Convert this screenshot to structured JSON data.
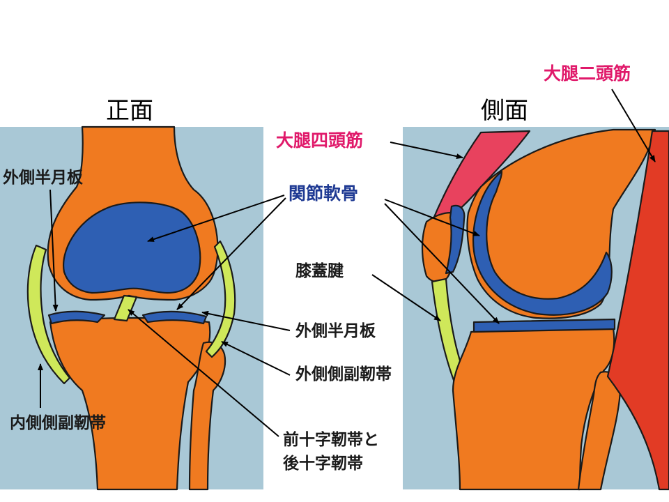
{
  "titles": {
    "front": "正面",
    "side": "側面"
  },
  "labels": {
    "front_lateral_meniscus": "外側半月板",
    "medial_collateral_ligament": "内側側副靭帯",
    "articular_cartilage": "関節軟骨",
    "patellar_tendon": "膝蓋腱",
    "lateral_meniscus": "外側半月板",
    "lateral_collateral_ligament": "外側側副靭帯",
    "cruciate_line1": "前十字靭帯と",
    "cruciate_line2": "後十字靭帯",
    "quadriceps": "大腿四頭筋",
    "biceps_femoris": "大腿二頭筋"
  },
  "colors": {
    "panel_background": "#a9c8d6",
    "bone": "#f07a20",
    "cartilage": "#2e5fb3",
    "ligament": "#cfe85a",
    "quadriceps": "#e8425e",
    "biceps": "#e23b25",
    "label_blue": "#1f3a93",
    "label_red": "#e0196a"
  }
}
